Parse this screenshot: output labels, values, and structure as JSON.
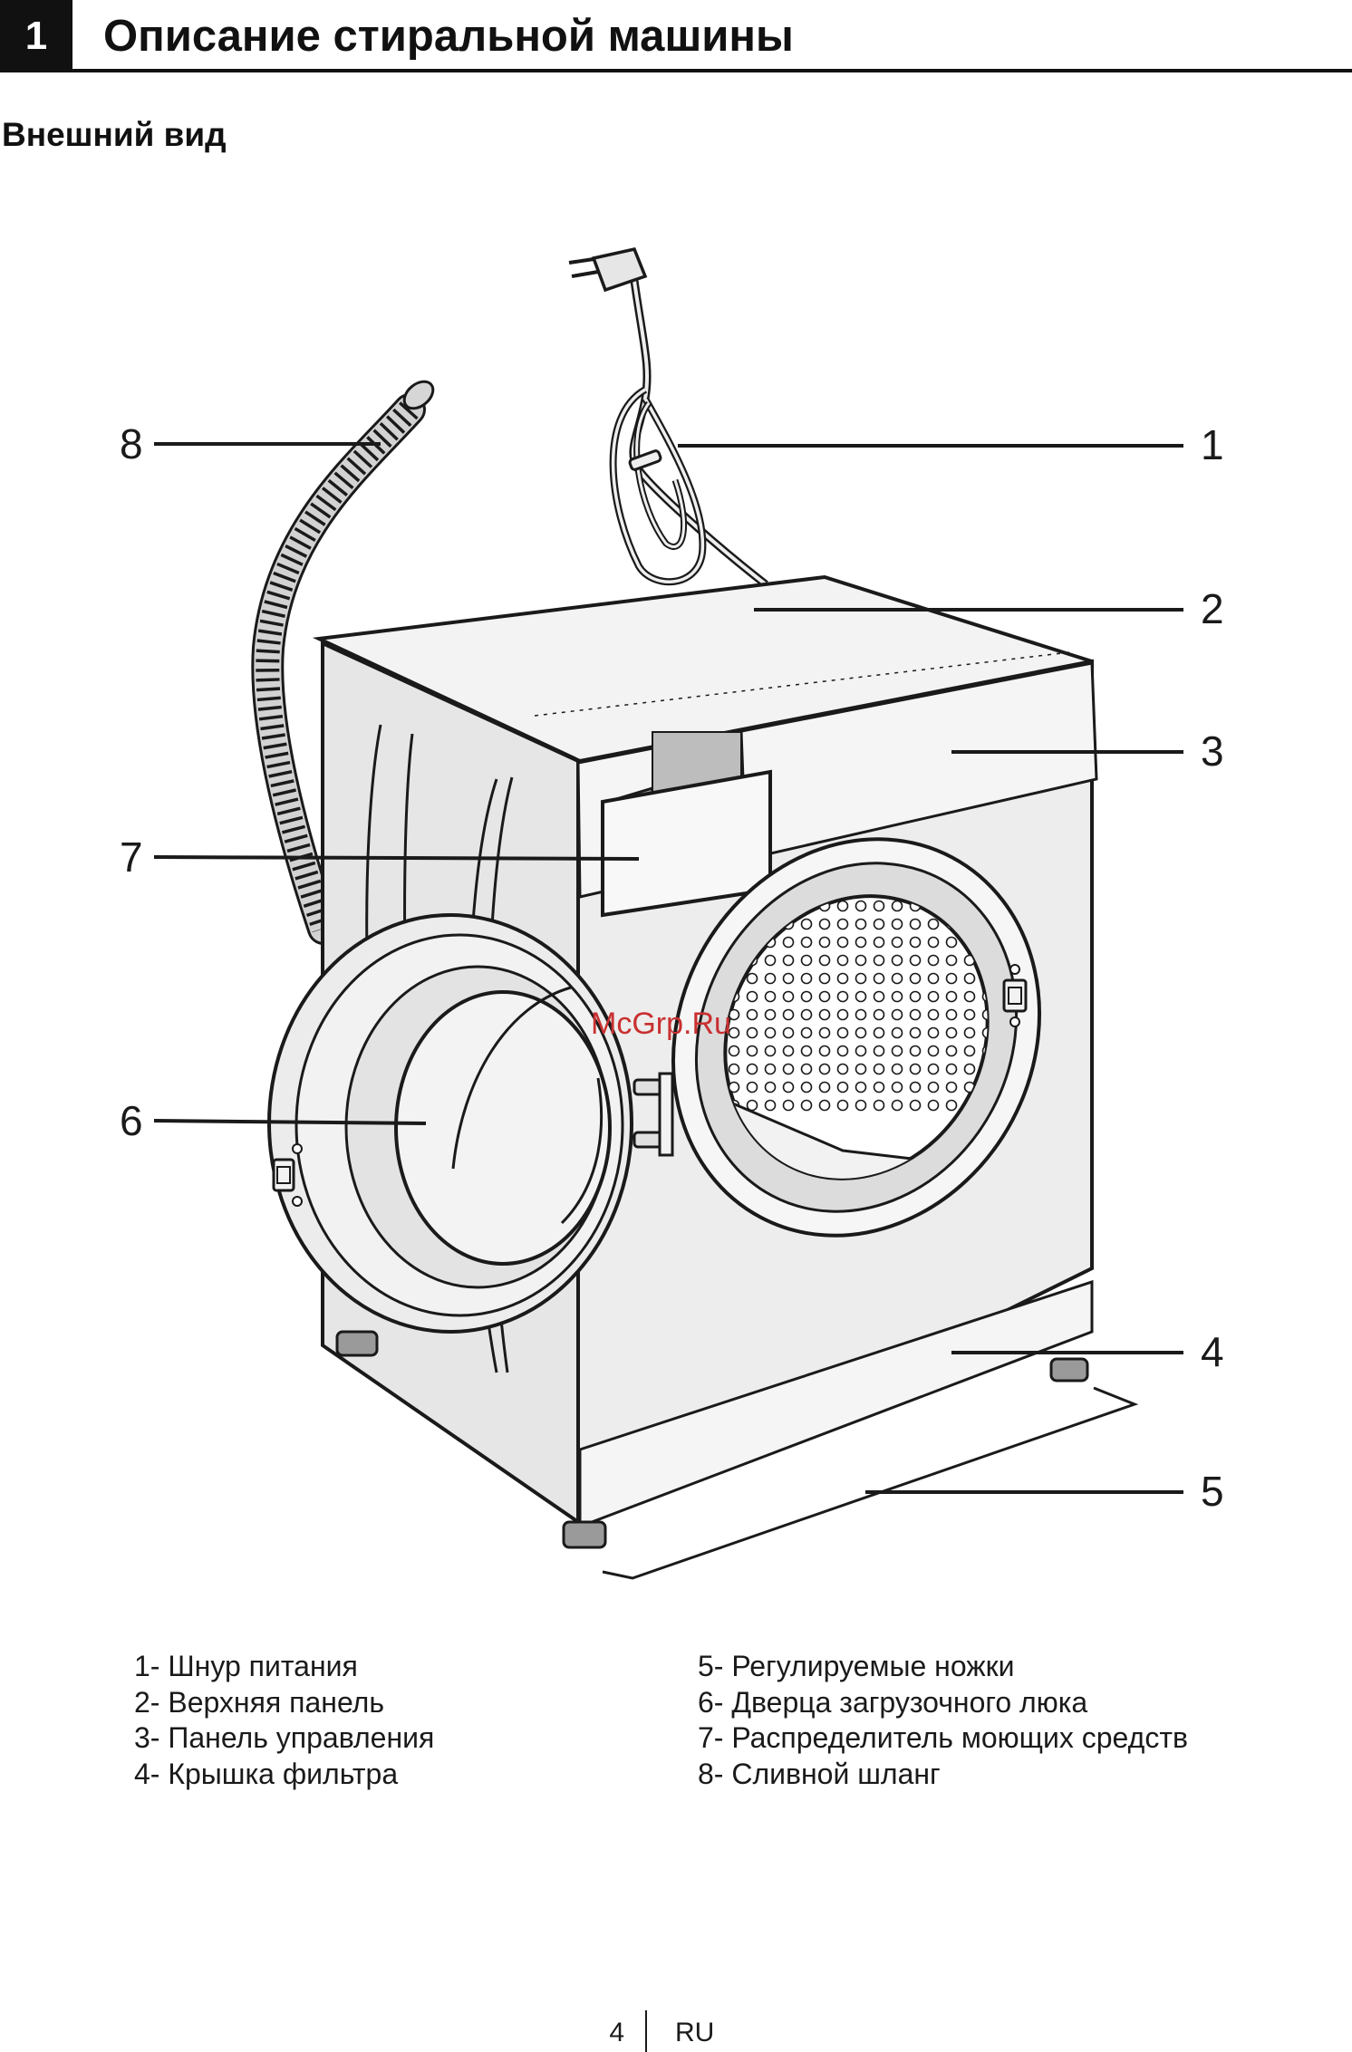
{
  "header": {
    "section_number": "1",
    "title": "Описание стиральной машины"
  },
  "subheading": "Внешний вид",
  "watermark": "McGrp.Ru",
  "diagram": {
    "callouts": [
      "1",
      "2",
      "3",
      "4",
      "5",
      "6",
      "7",
      "8"
    ]
  },
  "legend": {
    "left": [
      "1- Шнур питания",
      "2- Верхняя панель",
      "3- Панель управления",
      "4- Крышка фильтра"
    ],
    "right": [
      "5- Регулируемые ножки",
      "6- Дверца загрузочного люка",
      "7- Распределитель моющих средств",
      "8- Сливной шланг"
    ]
  },
  "footer": {
    "page_number": "4",
    "language": "RU"
  }
}
